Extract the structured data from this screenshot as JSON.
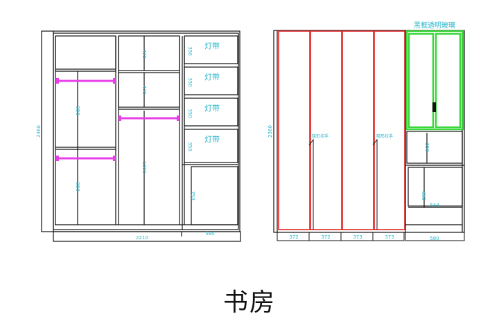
{
  "page": {
    "title": "书房"
  },
  "colors": {
    "line": "#111111",
    "dimension": "#27b5c9",
    "hanging_rod": "#e83ee8",
    "door_outline": "#e02828",
    "glass_door": "#39d639"
  },
  "left_elevation": {
    "overall_height": "2360",
    "overall_width": "2210",
    "right_column_width": "580",
    "top_cabinet_height": "470",
    "mid_cabinet_height": "470",
    "upper_hanging_height": "980",
    "lower_hanging_height": "980",
    "long_hanging_height": "1300",
    "shelf_heights": [
      "350",
      "350",
      "350",
      "350"
    ],
    "lower_cabinet_height": "750",
    "led_labels": [
      "灯带",
      "灯带",
      "灯带",
      "灯带"
    ]
  },
  "right_elevation": {
    "overall_height": "2360",
    "door_widths": [
      "372",
      "372",
      "373",
      "373"
    ],
    "right_column_width": "580",
    "glass_door_label": "黑框透明玻璃",
    "handle_labels": [
      "隐形拉手",
      "隐形拉手"
    ],
    "drawer_height": "350",
    "lower_cabinet_height": "650",
    "inner_width": "544"
  }
}
